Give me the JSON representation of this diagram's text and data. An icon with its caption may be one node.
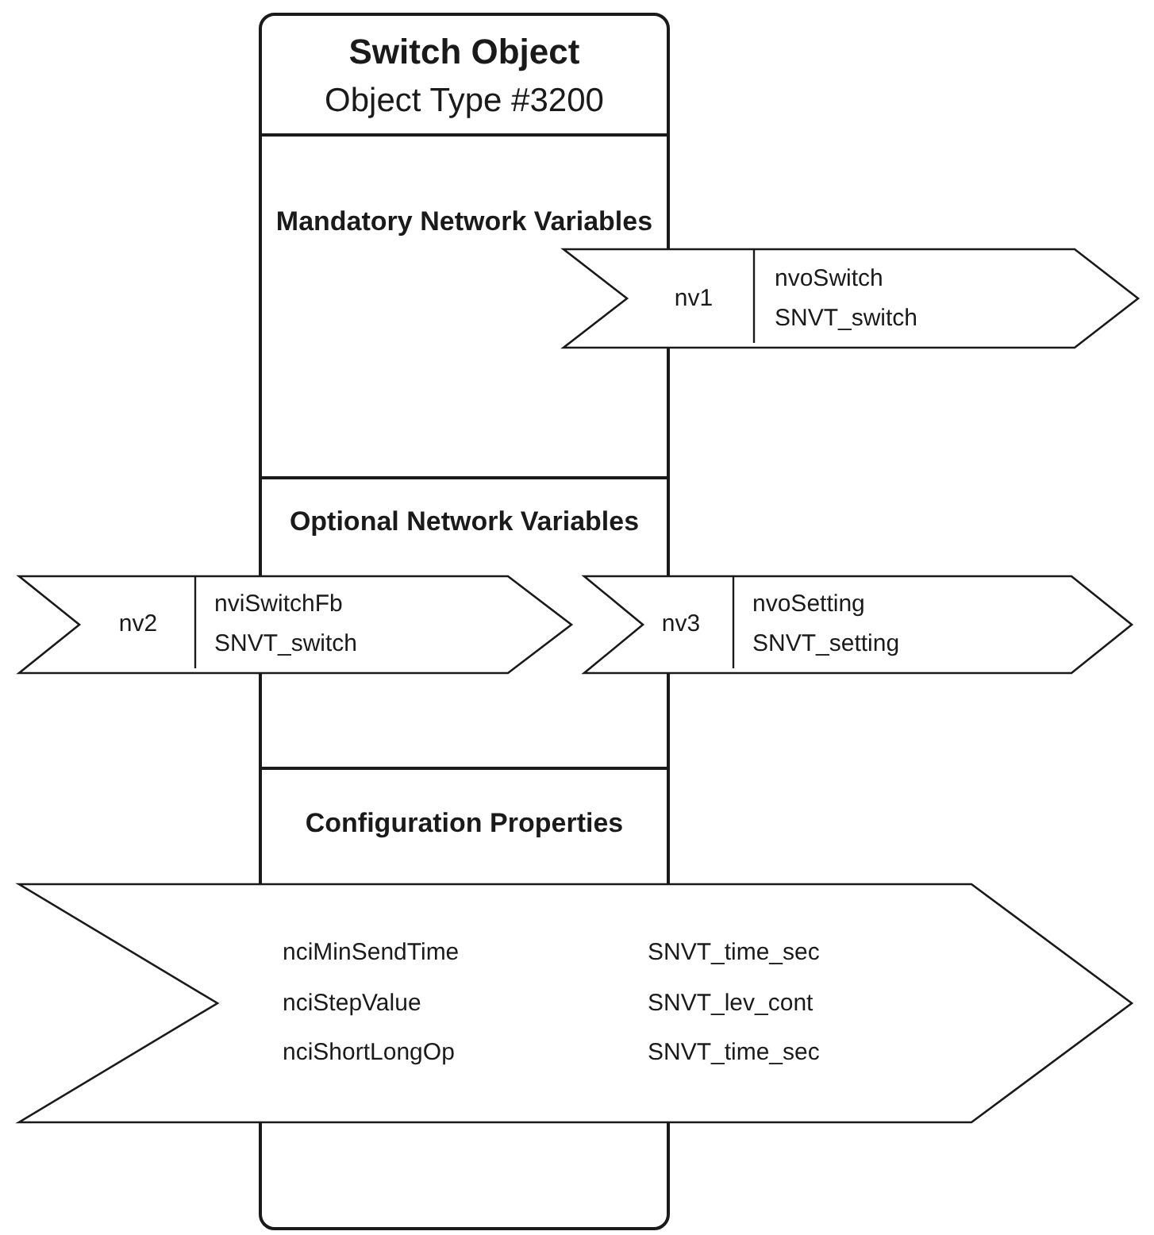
{
  "diagram": {
    "nodes": [
      {
        "text": [
          "Switch Object",
          "Object Type #3200"
        ]
      },
      {
        "text": [
          "Mandatory Network Variables"
        ],
        "in": 0
      },
      {
        "text": [
          "nv1",
          "nvoSwitch SNVT_switch"
        ]
      },
      {
        "text": [
          "Optional Network Variables"
        ],
        "in": 0
      },
      {
        "text": [
          "nv2",
          "nviSwitchFb SNVT_switch"
        ]
      },
      {
        "text": [
          "nv3",
          "nvoSetting SNVT_setting"
        ]
      },
      {
        "text": [
          "Configuration Properties"
        ],
        "in": 0
      },
      {
        "text": [
          "nciMinSendTime",
          "SNVT_time_sec",
          "nciStepValue",
          "SNVT_lev_cont",
          "nciShortLongOp",
          "SNVT_time_sec"
        ]
      }
    ]
  }
}
